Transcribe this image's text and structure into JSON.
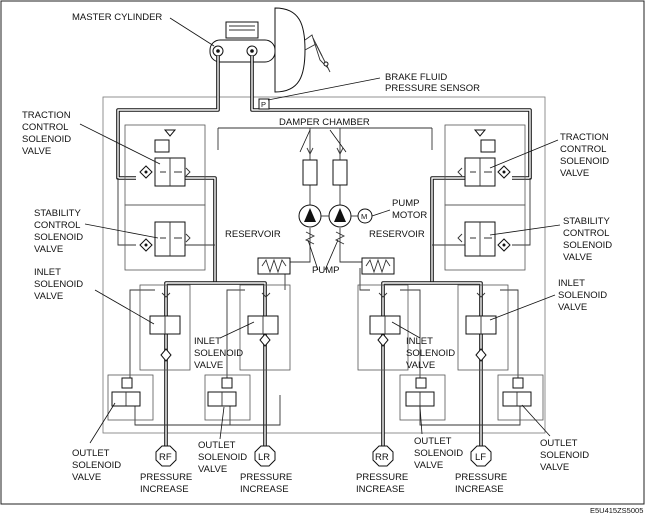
{
  "labels": {
    "master_cylinder": "MASTER CYLINDER",
    "brake_fluid_1": "BRAKE FLUID",
    "brake_fluid_2": "PRESSURE SENSOR",
    "damper_chamber": "DAMPER CHAMBER",
    "traction_1": "TRACTION",
    "traction_2": "CONTROL",
    "traction_3": "SOLENOID",
    "traction_4": "VALVE",
    "stability_1": "STABILITY",
    "stability_2": "CONTROL",
    "stability_3": "SOLENOID",
    "stability_4": "VALVE",
    "pump_1": "PUMP",
    "pump_2": "MOTOR",
    "reservoir": "RESERVOIR",
    "pump": "PUMP",
    "inlet_1": "INLET",
    "inlet_2": "SOLENOID",
    "inlet_3": "VALVE",
    "outlet_1": "OUTLET",
    "outlet_2": "SOLENOID",
    "outlet_3": "VALVE",
    "pressure_1": "PRESSURE",
    "pressure_2": "INCREASE",
    "sensor_p": "P",
    "motor_m": "M",
    "code": "E5U415ZS5005"
  },
  "wheels": [
    "RF",
    "LR",
    "RR",
    "LF"
  ],
  "colors": {
    "line": "#111111",
    "background": "#ffffff"
  }
}
